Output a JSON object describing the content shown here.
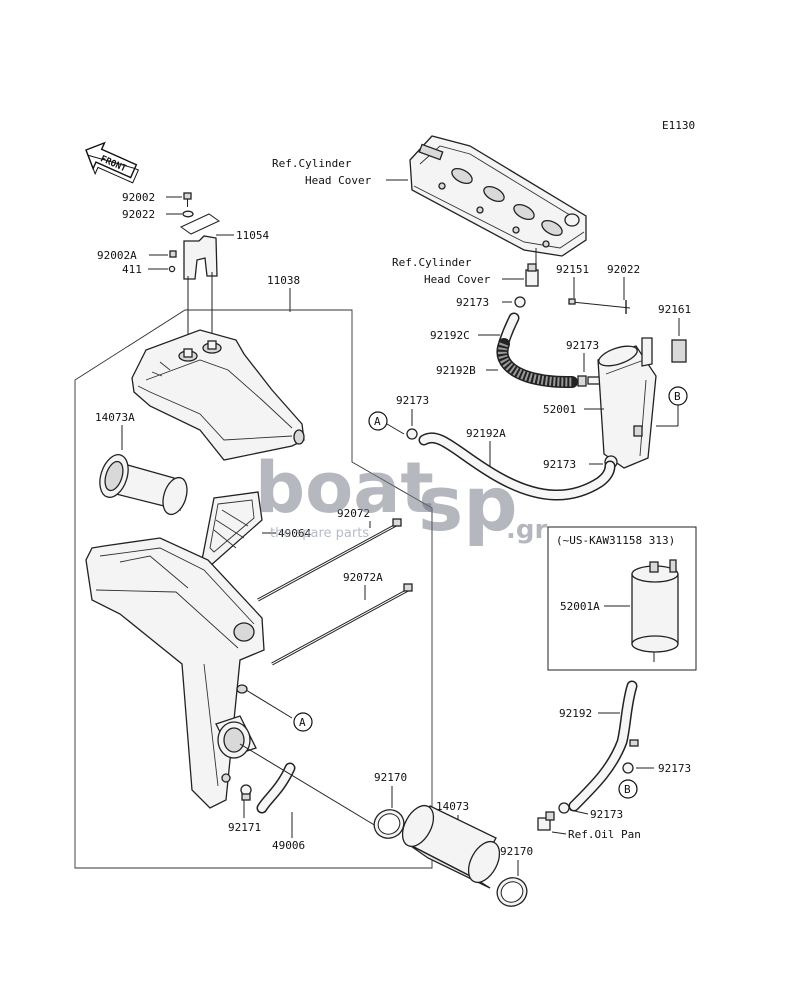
{
  "diagram_id": "E1130",
  "front_label": "FRONT",
  "refs": {
    "cyl_head_cover_top_1": "Ref.Cylinder",
    "cyl_head_cover_top_2": "Head Cover",
    "cyl_head_cover_mid_1": "Ref.Cylinder",
    "cyl_head_cover_mid_2": "Head Cover",
    "oil_pan": "Ref.Oil Pan"
  },
  "variant_box_label": "(~US-KAW31158 313)",
  "callouts": {
    "A": "A",
    "B": "B"
  },
  "parts": {
    "p92002": "92002",
    "p92022_left": "92022",
    "p92002A": "92002A",
    "p411": "411",
    "p11054": "11054",
    "p11038": "11038",
    "p14073A": "14073A",
    "p49064": "49064",
    "p92072": "92072",
    "p92072A": "92072A",
    "p92171": "92171",
    "p49006": "49006",
    "p92170_a": "92170",
    "p92170_b": "92170",
    "p14073": "14073",
    "p92173_a": "92173",
    "p92173_b": "92173",
    "p92173_c": "92173",
    "p92173_d": "92173",
    "p92173_e": "92173",
    "p92173_f": "92173",
    "p92192C": "92192C",
    "p92192B": "92192B",
    "p92192A": "92192A",
    "p92192": "92192",
    "p92151": "92151",
    "p92022_right": "92022",
    "p92161": "92161",
    "p52001": "52001",
    "p52001A": "52001A"
  },
  "watermark": {
    "main_a": "boat",
    "main_b": "sp",
    "suffix": ".gr",
    "sub": "the spare parts"
  }
}
